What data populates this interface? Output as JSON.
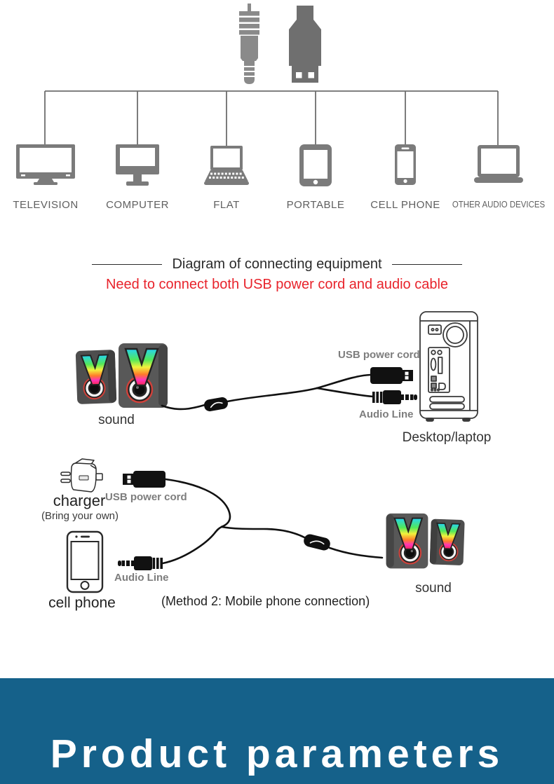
{
  "colors": {
    "banner_bg": "#15618a",
    "banner_text": "#ffffff",
    "subtitle_red": "#e8232b",
    "device_icon_gray": "#7b7b7b",
    "jack_silhouette_gray": "#8a8a8a",
    "usb_silhouette_gray": "#6f6f6f",
    "cable_black": "#111111",
    "label_gray": "#7d7d7d",
    "text_dark": "#2b2b2b"
  },
  "top_diagram": {
    "devices": [
      {
        "label": "TELEVISION"
      },
      {
        "label": "COMPUTER"
      },
      {
        "label": "FLAT"
      },
      {
        "label": "PORTABLE"
      },
      {
        "label": "CELL PHONE"
      },
      {
        "label": "OTHER AUDIO DEVICES"
      }
    ]
  },
  "section_header": {
    "title": "Diagram of connecting equipment",
    "subtitle": "Need to connect both USB power cord and audio cable"
  },
  "diagram_desktop": {
    "speakers_label": "sound",
    "usb_label": "USB power cord",
    "audio_label": "Audio Line",
    "device_label": "Desktop/laptop"
  },
  "diagram_mobile": {
    "charger_label": "charger",
    "charger_note": "(Bring your own)",
    "usb_label": "USB power cord",
    "audio_label": "Audio Line",
    "phone_label": "cell phone",
    "speakers_label": "sound",
    "caption": "(Method 2: Mobile phone connection)"
  },
  "banner": {
    "title": "Product parameters"
  }
}
